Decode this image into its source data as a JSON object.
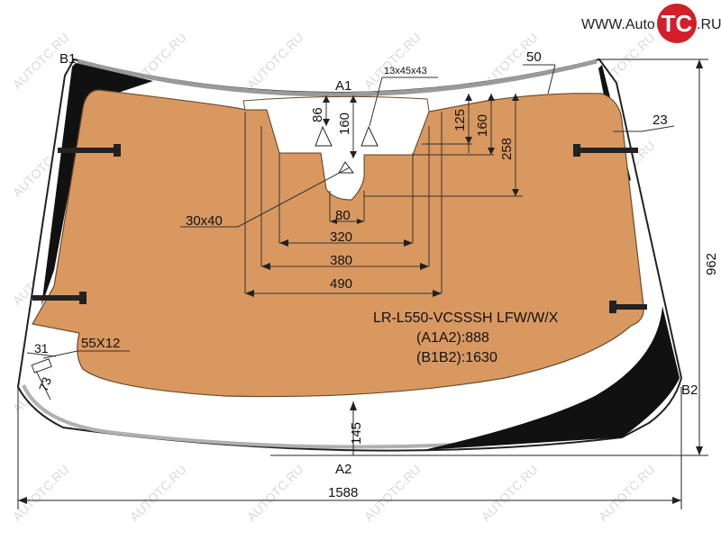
{
  "logo": {
    "prefix": "WWW.Auto",
    "badge": "TC",
    "suffix": ".RU"
  },
  "watermark": "AUTOTC.RU",
  "points": {
    "b1": "B1",
    "b2": "B2",
    "a1": "A1",
    "a2": "A2"
  },
  "dimensions": {
    "top_band": "50",
    "side_band": "23",
    "sensor_86": "86",
    "sensor_160a": "160",
    "sensor_size": "13x45x43",
    "d125": "125",
    "d160b": "160",
    "d258": "258",
    "w80": "80",
    "w320": "320",
    "w380": "380",
    "w490": "490",
    "mirror_pad": "30x40",
    "stud": "55X12",
    "c31": "31",
    "c73": "73",
    "bottom_145": "145",
    "height": "962",
    "width": "1588"
  },
  "spec": {
    "code": "LR-L550-VCSSSH LFW/W/X",
    "a1a2": "(A1A2):888",
    "b1b2": "(B1B2):1630"
  },
  "colors": {
    "heated_area": "#d9985f",
    "black_frit": "#111111",
    "logo_red": "#d2202a"
  }
}
